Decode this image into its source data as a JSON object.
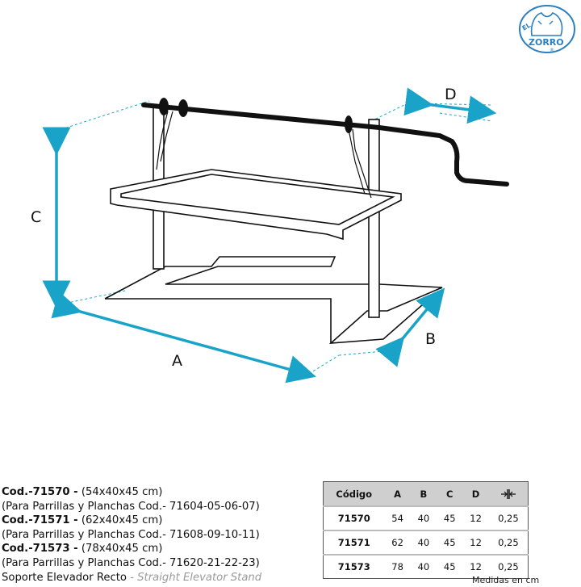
{
  "brand": {
    "logo_line1": "EL",
    "logo_line2": "ZORRO",
    "logo_mark": "®"
  },
  "dimensions": {
    "a": "A",
    "b": "B",
    "c": "C",
    "d": "D"
  },
  "products": [
    {
      "code": "Cod.-71570 -",
      "size": "(54x40x45 cm)",
      "note": "(Para Parrillas y Planchas Cod.- 71604-05-06-07)"
    },
    {
      "code": "Cod.-71571 -",
      "size": "(62x40x45 cm)",
      "note": "(Para Parrillas y Planchas Cod.- 71608-09-10-11)"
    },
    {
      "code": "Cod.-71573 -",
      "size": "(78x40x45 cm)",
      "note": "(Para Parrillas y Planchas Cod.- 71620-21-22-23)"
    }
  ],
  "description": {
    "es": "Soporte Elevador Recto",
    "sep": " - ",
    "en": "Straight Elevator Stand"
  },
  "table": {
    "headers": [
      "Código",
      "A",
      "B",
      "C",
      "D"
    ],
    "gap_icon": "gap-icon",
    "rows": [
      [
        "71570",
        "54",
        "40",
        "45",
        "12",
        "0,25"
      ],
      [
        "71571",
        "62",
        "40",
        "45",
        "12",
        "0,25"
      ],
      [
        "71573",
        "78",
        "40",
        "45",
        "12",
        "0,25"
      ]
    ],
    "units": "Medidas en cm"
  },
  "colors": {
    "accent": "#1aa3c9",
    "line": "#111111",
    "header_bg": "#cfcfcf"
  }
}
